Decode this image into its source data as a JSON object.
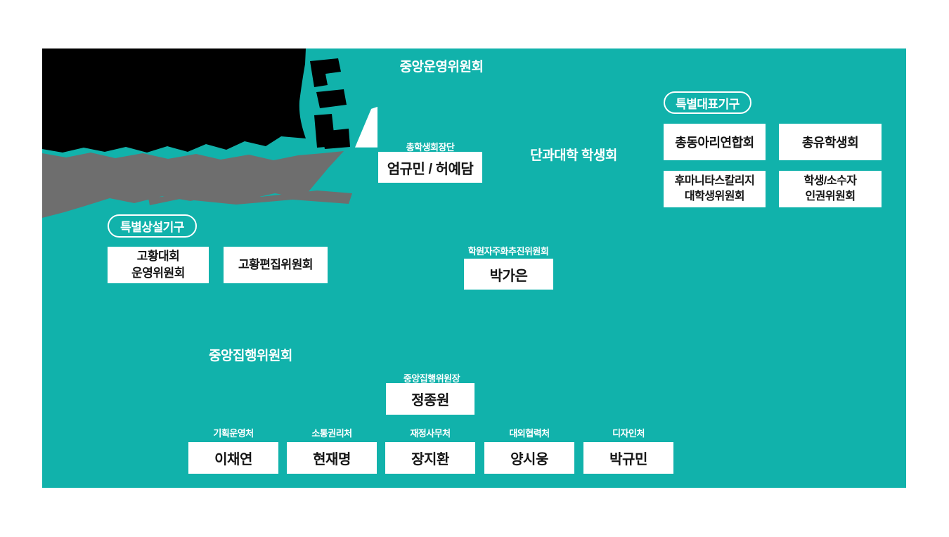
{
  "colors": {
    "teal": "#11b2ab",
    "logo_black": "#000000",
    "logo_gray": "#6e6e6e",
    "box_text": "#151515",
    "white": "#ffffff"
  },
  "headings": {
    "central_operating": "중앙운영위원회",
    "college_council": "단과대학 학생회",
    "central_executive": "중앙집행위원회"
  },
  "president": {
    "label": "총학생회장단",
    "name": "엄규민 / 허예담"
  },
  "special_representative": {
    "badge": "특별대표기구",
    "boxes": [
      {
        "line1": "총동아리연합회",
        "line2": ""
      },
      {
        "line1": "총유학생회",
        "line2": ""
      },
      {
        "line1": "후마니타스칼리지",
        "line2": "대학생위원회"
      },
      {
        "line1": "학생/소수자",
        "line2": "인권위원회"
      }
    ]
  },
  "special_standing": {
    "badge": "특별상설기구",
    "boxes": [
      {
        "line1": "고황대회",
        "line2": "운영위원회"
      },
      {
        "line1": "고황편집위원회",
        "line2": ""
      }
    ]
  },
  "autonomy": {
    "label": "학원자주화추진위원회",
    "name": "박가은"
  },
  "executive_chair": {
    "label": "중앙집행위원장",
    "name": "정종원"
  },
  "departments": [
    {
      "label": "기획운영처",
      "name": "이채연"
    },
    {
      "label": "소통권리처",
      "name": "현재명"
    },
    {
      "label": "재정사무처",
      "name": "장지환"
    },
    {
      "label": "대외협력처",
      "name": "양시웅"
    },
    {
      "label": "디자인처",
      "name": "박규민"
    }
  ]
}
